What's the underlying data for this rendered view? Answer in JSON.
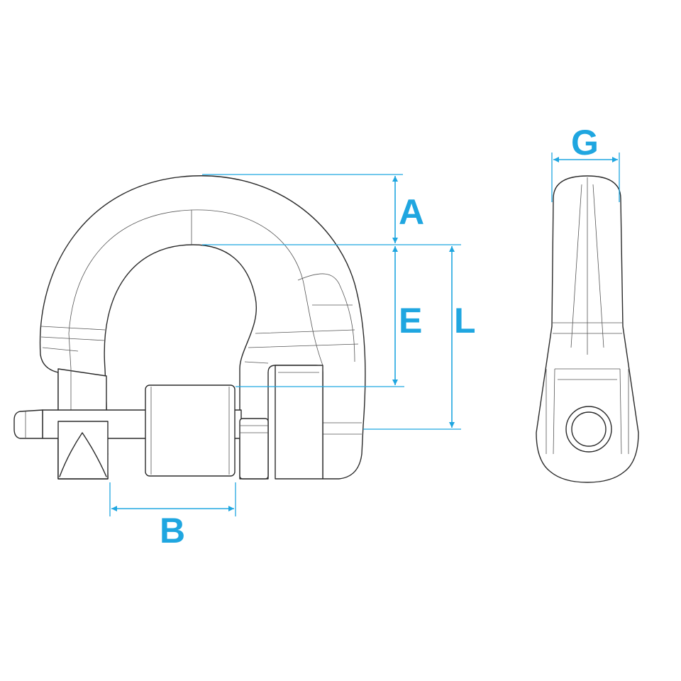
{
  "colors": {
    "dimension": "#1fa6e0",
    "outline": "#2a2a2a",
    "background": "#ffffff"
  },
  "dimensions": {
    "A": "A",
    "E": "E",
    "L": "L",
    "B": "B",
    "G": "G"
  }
}
